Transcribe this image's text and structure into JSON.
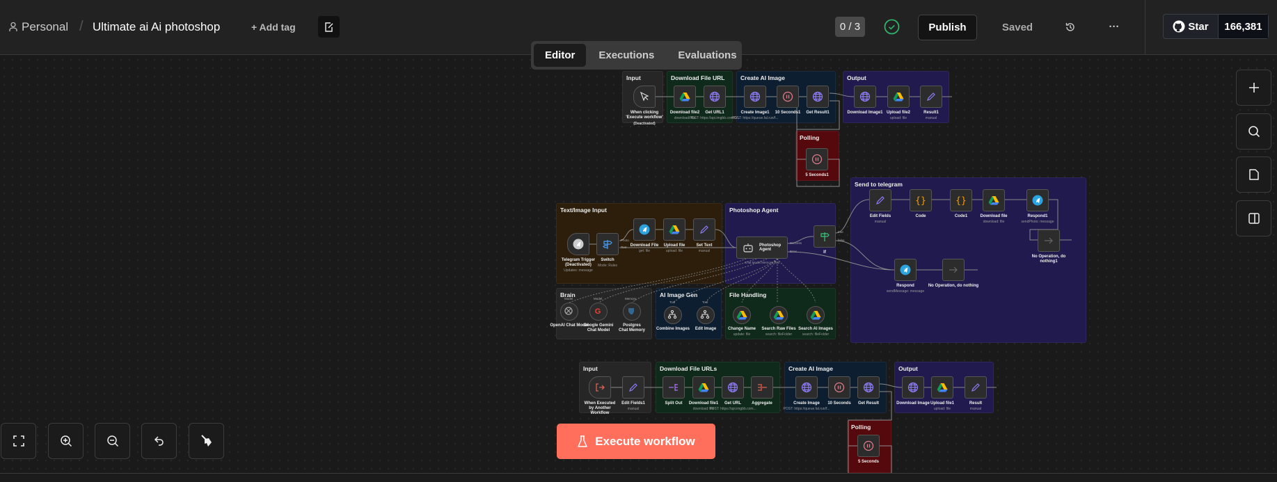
{
  "header": {
    "project": "Personal",
    "separator": "/",
    "workflow_title": "Ultimate ai Ai photoshop",
    "add_tag": "+ Add tag",
    "eval_count": "0 / 3",
    "publish": "Publish",
    "saved": "Saved",
    "more": "···",
    "github_star": "Star",
    "github_count": "166,381"
  },
  "tabs": [
    "Editor",
    "Executions",
    "Evaluations"
  ],
  "execute_button": "Execute workflow",
  "colors": {
    "accent": "#ff6f5c",
    "success": "#2fb36b"
  },
  "groups": {
    "top_input": "Input",
    "top_download": "Download File URL",
    "top_create": "Create AI Image",
    "top_output": "Output",
    "top_polling": "Polling",
    "mid_input": "Text/Image Input",
    "mid_agent": "Photoshop Agent",
    "mid_telegram": "Send to telegram",
    "brain": "Brain",
    "ai_gen": "AI Image Gen",
    "file_handling": "File Handling",
    "bot_input": "Input",
    "bot_download": "Download File URLs",
    "bot_create": "Create AI Image",
    "bot_output": "Output",
    "bot_polling": "Polling"
  },
  "nodes": {
    "top": [
      {
        "label": "When clicking 'Execute workflow'",
        "sub": "(Deactivated)"
      },
      {
        "label": "Download file2",
        "sub": "download: file"
      },
      {
        "label": "Get URL1",
        "sub": "POST: https://api.imgbb.com/1/..."
      },
      {
        "label": "Create Image1",
        "sub": "POST: https://queue.fal.run/f..."
      },
      {
        "label": "10 Seconds1"
      },
      {
        "label": "Get Result1"
      },
      {
        "label": "Download Image1"
      },
      {
        "label": "Upload file2",
        "sub": "upload: file"
      },
      {
        "label": "Result1",
        "sub": "manual"
      },
      {
        "label": "5 Seconds1"
      }
    ],
    "mid": [
      {
        "label": "Telegram Trigger (Deactivated)",
        "sub": "Updates: message"
      },
      {
        "label": "Switch",
        "sub": "Mode: Rules"
      },
      {
        "label": "Download File",
        "sub": "get: file"
      },
      {
        "label": "Upload file",
        "sub": "upload: file"
      },
      {
        "label": "Set Text",
        "sub": "manual"
      },
      {
        "label": "Photoshop Agent",
        "sub": "Chat Model  Memory  Tool"
      },
      {
        "label": "If"
      }
    ],
    "ports": {
      "photo": "Photo",
      "text": "Text",
      "success": "Success",
      "error": "Error",
      "true": "true",
      "false": "false",
      "model": "Model",
      "memory": "Memory",
      "tool": "Tool"
    },
    "telegram": [
      {
        "label": "Edit Fields",
        "sub": "manual"
      },
      {
        "label": "Code"
      },
      {
        "label": "Code1"
      },
      {
        "label": "Download file",
        "sub": "download: file"
      },
      {
        "label": "Respond1",
        "sub": "sendPhoto: message"
      },
      {
        "label": "No Operation, do nothing1"
      },
      {
        "label": "Respond",
        "sub": "sendMessage: message"
      },
      {
        "label": "No Operation, do nothing"
      }
    ],
    "subnodes": [
      {
        "label": "OpenAI Chat Model"
      },
      {
        "label": "Google Gemini Chat Model"
      },
      {
        "label": "Postgres Chat Memory"
      },
      {
        "label": "Combine Images"
      },
      {
        "label": "Edit Image"
      },
      {
        "label": "Change Name",
        "sub": "update: file"
      },
      {
        "label": "Search Raw Files",
        "sub": "search: fileFolder"
      },
      {
        "label": "Search AI Images",
        "sub": "search: fileFolder"
      }
    ],
    "bottom": [
      {
        "label": "When Executed by Another Workflow"
      },
      {
        "label": "Edit Fields1",
        "sub": "manual"
      },
      {
        "label": "Split Out"
      },
      {
        "label": "Download file1",
        "sub": "download: file"
      },
      {
        "label": "Get URL",
        "sub": "POST: https://api.imgbb.com..."
      },
      {
        "label": "Aggregate"
      },
      {
        "label": "Create Image",
        "sub": "POST: https://queue.fal.run/f..."
      },
      {
        "label": "10 Seconds"
      },
      {
        "label": "Get Result"
      },
      {
        "label": "Download Image"
      },
      {
        "label": "Upload file1",
        "sub": "upload: file"
      },
      {
        "label": "Result",
        "sub": "manual"
      },
      {
        "label": "5 Seconds"
      }
    ]
  }
}
